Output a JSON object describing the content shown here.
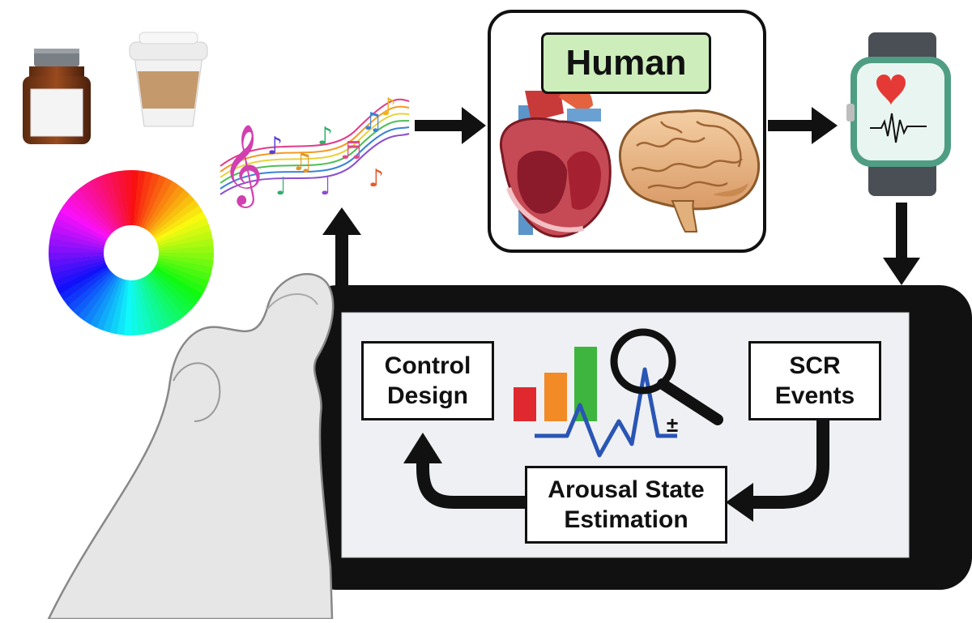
{
  "human": {
    "title": "Human"
  },
  "phone": {
    "control_design": "Control\nDesign",
    "scr_events": "SCR\nEvents",
    "arousal_state": "Arousal State\nEstimation",
    "plus_minus": "±"
  },
  "icons": {
    "inputs": [
      "medicine-bottle-icon",
      "coffee-cup-icon",
      "color-wheel-icon",
      "music-notes-icon"
    ],
    "body": [
      "heart-icon",
      "brain-icon"
    ],
    "wearable": "smartwatch-icon",
    "analysis": [
      "bar-chart-icon",
      "magnifier-icon",
      "signal-wave-icon"
    ]
  },
  "colors": {
    "human_title_bg": "#cdeebb",
    "phone_body": "#111111",
    "phone_screen": "#eef0f3",
    "watch_band": "#4a4f55",
    "watch_face_border": "#4f9e84",
    "bar_red": "#e0282f",
    "bar_orange": "#f28a25",
    "bar_green": "#3eb53e",
    "signal_blue": "#2a55b5"
  }
}
